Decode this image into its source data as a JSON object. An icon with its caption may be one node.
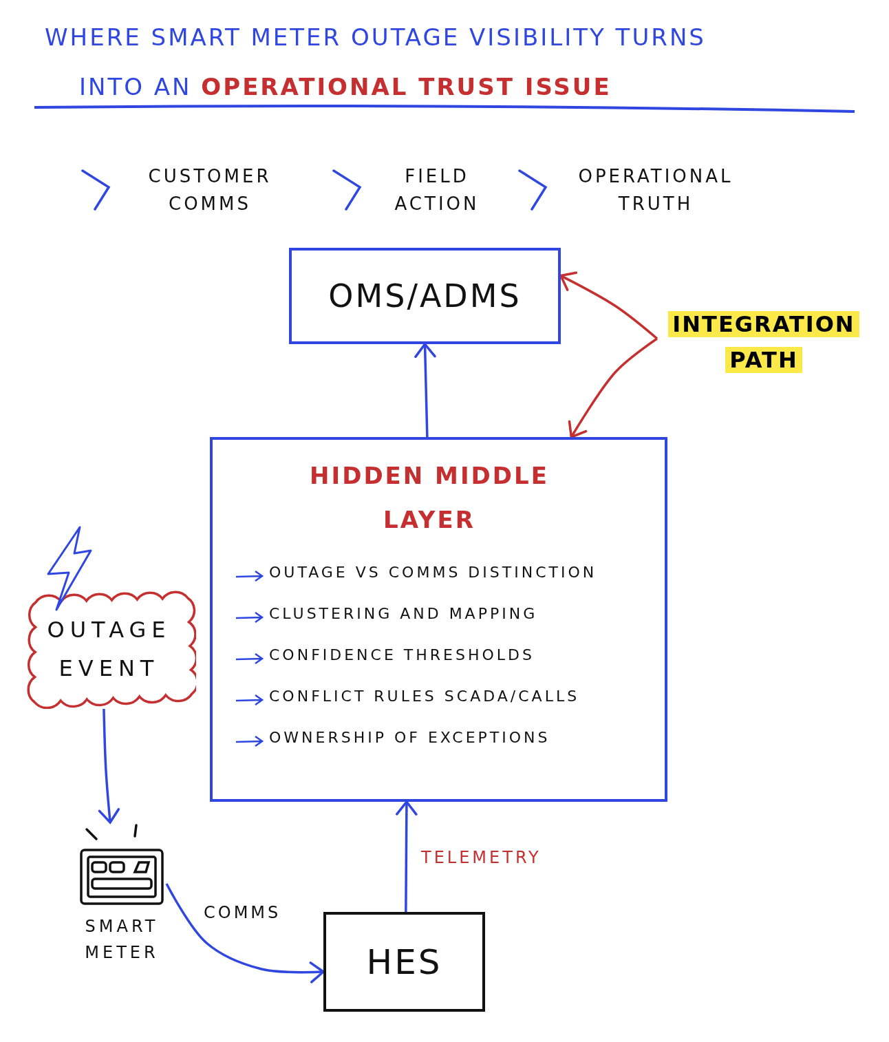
{
  "diagram": {
    "title": "WHERE SMART METER OUTAGE VISIBILITY TURNS INTO AN **OPERATIONAL TRUST ISSUE**",
    "nodes": [
      {
        "text": [
          "OMS/ADMS"
        ]
      },
      {
        "text": [
          "INTEGRATION PATH"
        ]
      },
      {
        "text": [
          "HIDDEN MIDDLE LAYER",
          "OUTAGE VS COMMS DISTINCTION",
          "CLUSTERING AND MAPPING",
          "CONFIDENCE THRESHOLDS",
          "CONFLICT RULES SCADA/CALLS",
          "OWNERSHIP OF EXCEPTIONS"
        ]
      },
      {
        "text": [
          "OUTAGE EVENT"
        ]
      },
      {
        "text": [],
        "shape": "picture",
        "beside": [
          "SMART METER"
        ]
      },
      {
        "text": [
          "HES"
        ]
      }
    ],
    "edges": [
      {
        "from": 2,
        "to": 0,
        "arrow": "to"
      },
      {
        "from": 1,
        "to": 0,
        "arrow": "to",
        "color": "#c62f2f"
      },
      {
        "from": 1,
        "to": 2,
        "arrow": "to",
        "color": "#c62f2f"
      },
      {
        "from": 3,
        "to": 4,
        "arrow": "to"
      },
      {
        "from": 4,
        "to": 5,
        "arrow": "to",
        "label": "COMMS"
      },
      {
        "from": 5,
        "to": 2,
        "arrow": "to",
        "label": "TELEMETRY"
      }
    ],
    "labels": [
      "CUSTOMER COMMS",
      "FIELD ACTION",
      "OPERATIONAL TRUTH"
    ]
  }
}
